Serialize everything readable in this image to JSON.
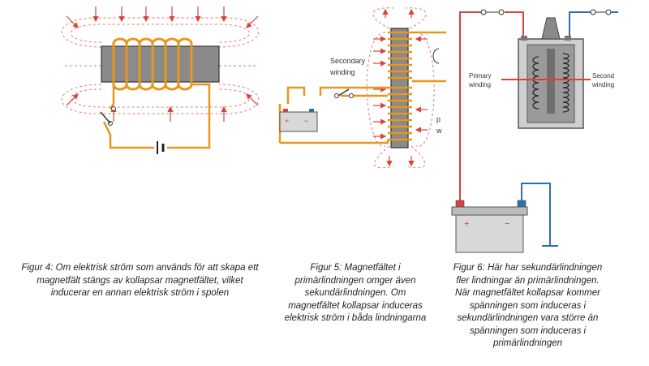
{
  "figures": [
    {
      "id": "fig4",
      "caption": "Figur 4: Om elektrisk ström som används för att skapa ett\nmagnetfält stängs av kollapsar magnetfältet, vilket\ninducerar en annan elektrisk ström i spolen"
    },
    {
      "id": "fig5",
      "labels": {
        "secondary": "Secondary\nwinding",
        "p": "p",
        "w": "w"
      },
      "caption": "Figur 5: Magnetfältet i\nprimärlindningen omger även\nsekundärlindningen. Om\nmagnetfältet kollapsar induceras\nelektrisk ström i båda lindningarna"
    },
    {
      "id": "fig6",
      "labels": {
        "primary": "Primary\nwinding",
        "secondary": "Second\nwinding"
      },
      "caption": "Figur 6: Här har sekundärlindningen\nfler lindningar än primärlindningen.\nNär magnetfältet kollapsar kommer\nspänningen som induceras i\nsekundärlindningen vara större än\nspänningen som induceras i\nprimärlindningen"
    }
  ],
  "battery": {
    "plus": "+",
    "minus": "−"
  },
  "colors": {
    "coil": "#e8971c",
    "field": "#d9433a",
    "wire_positive": "#d9433a",
    "wire_negative": "#2f6fb0",
    "core": "#8a8a8a",
    "battery_body": "#d8d8d8"
  }
}
